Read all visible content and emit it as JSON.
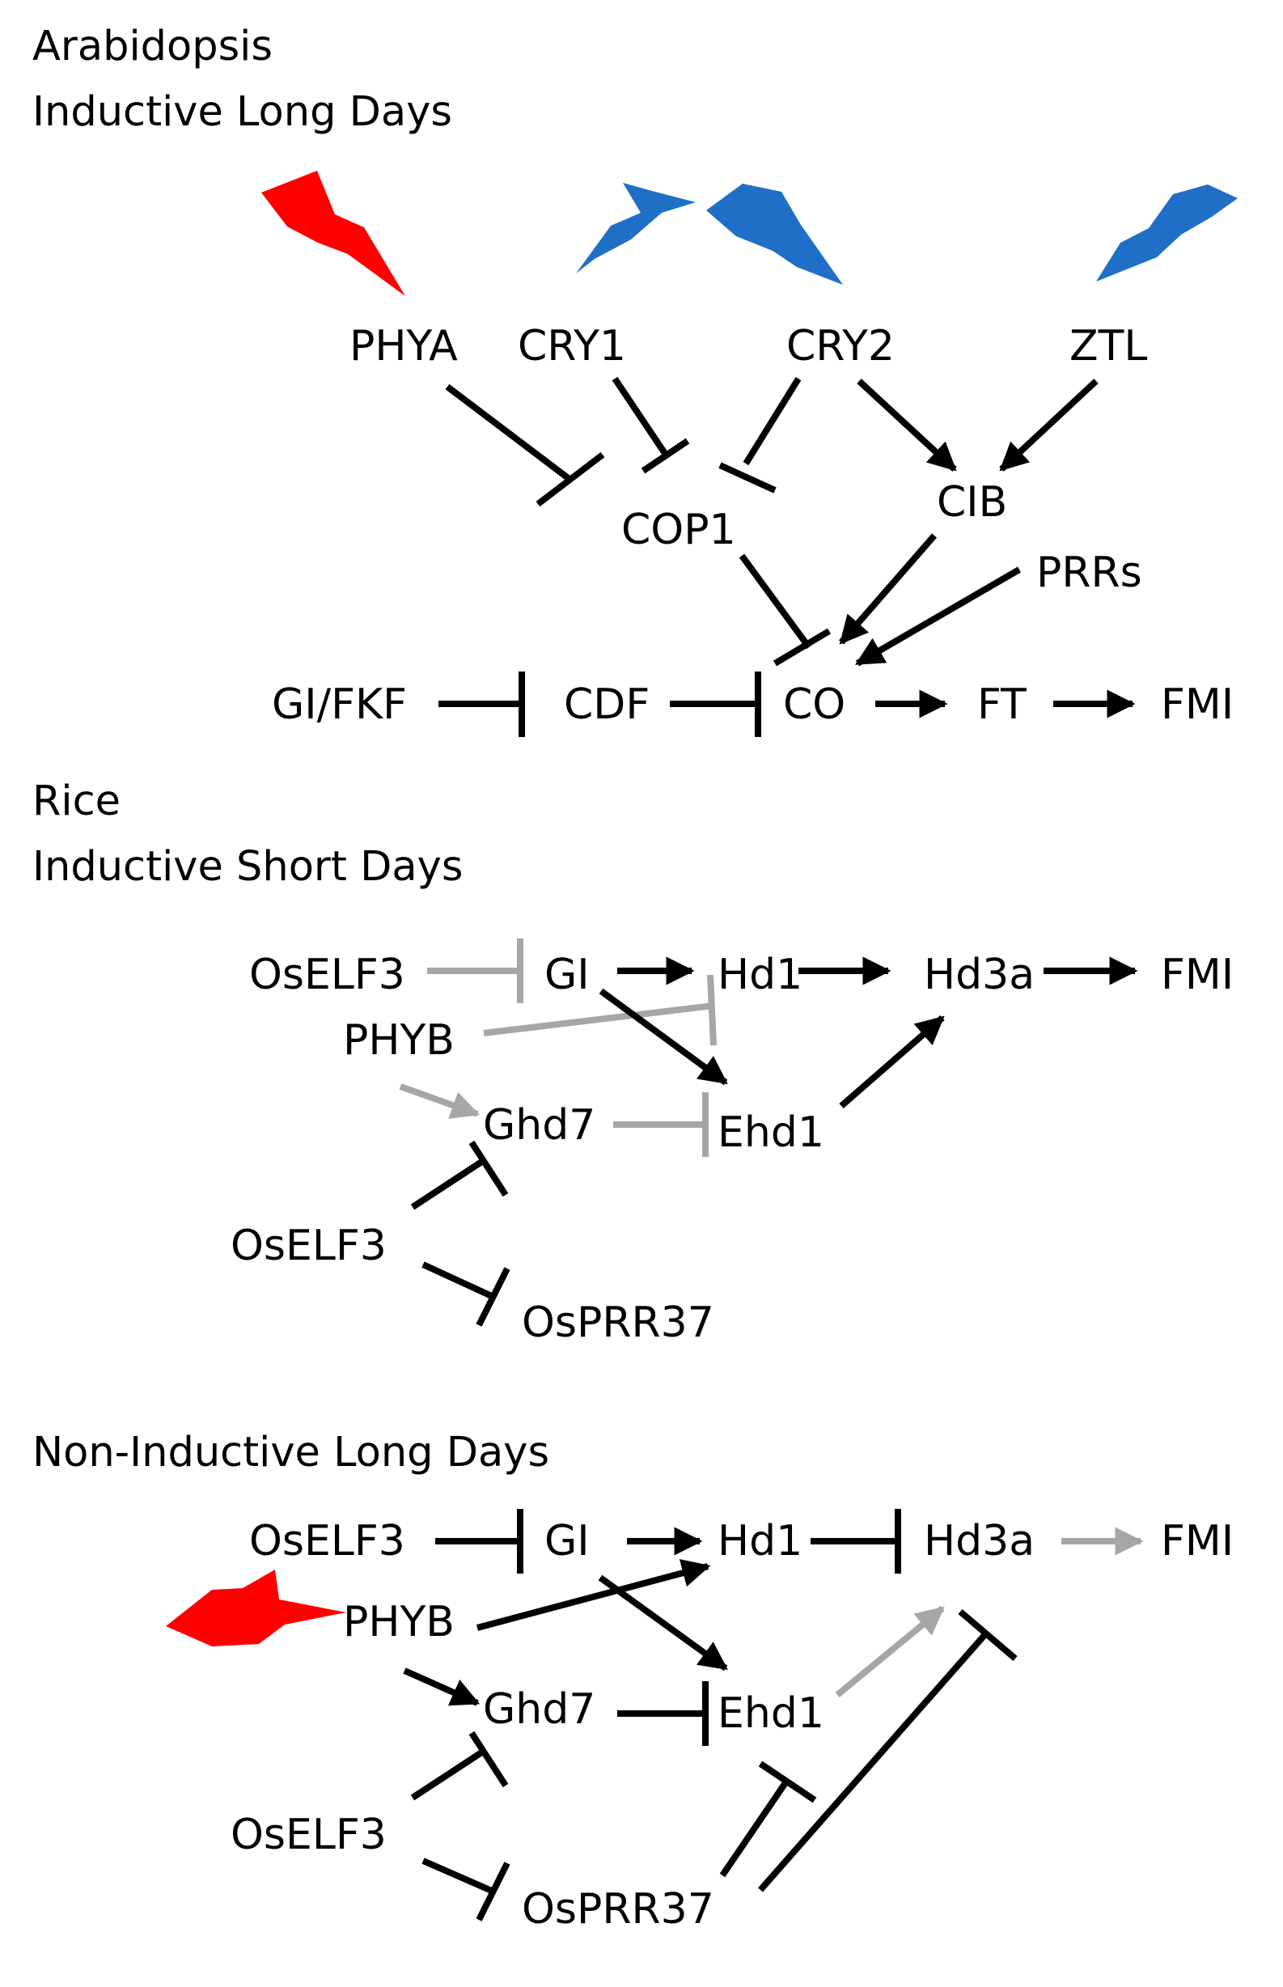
{
  "colors": {
    "active": "#000000",
    "inactive": "#a6a6a6",
    "red_light": "#ff0000",
    "blue_light": "#1f6fc7"
  },
  "arabidopsis": {
    "title": "Arabidopsis",
    "subtitle": "Inductive Long Days",
    "nodes": {
      "phya": "PHYA",
      "cry1": "CRY1",
      "cry2": "CRY2",
      "ztl": "ZTL",
      "cop1": "COP1",
      "cib": "CIB",
      "prrs": "PRRs",
      "gi_fkf": "GI/FKF",
      "cdf": "CDF",
      "co": "CO",
      "ft": "FT",
      "fmi": "FMI"
    }
  },
  "rice_short": {
    "title": "Rice",
    "subtitle": "Inductive Short Days",
    "nodes": {
      "oself3_a": "OsELF3",
      "gi": "GI",
      "hd1": "Hd1",
      "hd3a": "Hd3a",
      "fmi": "FMI",
      "phyb": "PHYB",
      "ghd7": "Ghd7",
      "ehd1": "Ehd1",
      "oself3_b": "OsELF3",
      "osprr37": "OsPRR37"
    }
  },
  "rice_long": {
    "title": "Non-Inductive Long Days",
    "nodes": {
      "oself3_a": "OsELF3",
      "gi": "GI",
      "hd1": "Hd1",
      "hd3a": "Hd3a",
      "fmi": "FMI",
      "phyb": "PHYB",
      "ghd7": "Ghd7",
      "ehd1": "Ehd1",
      "oself3_b": "OsELF3",
      "osprr37": "OsPRR37"
    }
  }
}
